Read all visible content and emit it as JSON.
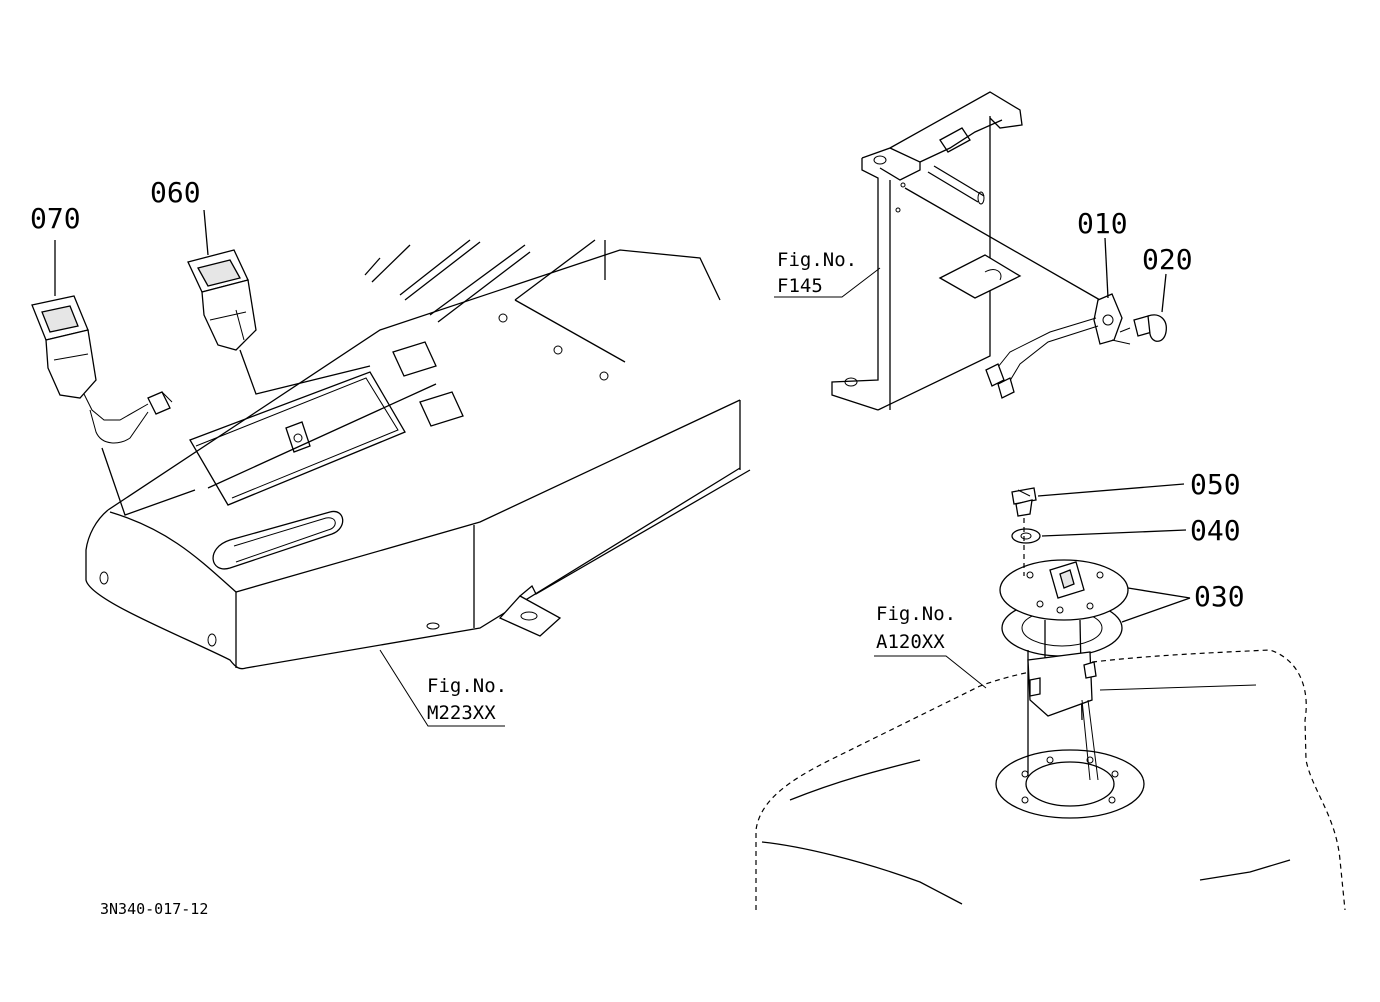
{
  "parts": [
    {
      "id": "part-010",
      "label": "010"
    },
    {
      "id": "part-020",
      "label": "020"
    },
    {
      "id": "part-030",
      "label": "030"
    },
    {
      "id": "part-040",
      "label": "040"
    },
    {
      "id": "part-050",
      "label": "050"
    },
    {
      "id": "part-060",
      "label": "060"
    },
    {
      "id": "part-070",
      "label": "070"
    }
  ],
  "figure_refs": [
    {
      "id": "fig-f145",
      "line1": "Fig.No.",
      "line2": "F145"
    },
    {
      "id": "fig-a120xx",
      "line1": "Fig.No.",
      "line2": "A120XX"
    },
    {
      "id": "fig-m223xx",
      "line1": "Fig.No.",
      "line2": "M223XX"
    }
  ],
  "drawing_code": "3N340-017-12"
}
